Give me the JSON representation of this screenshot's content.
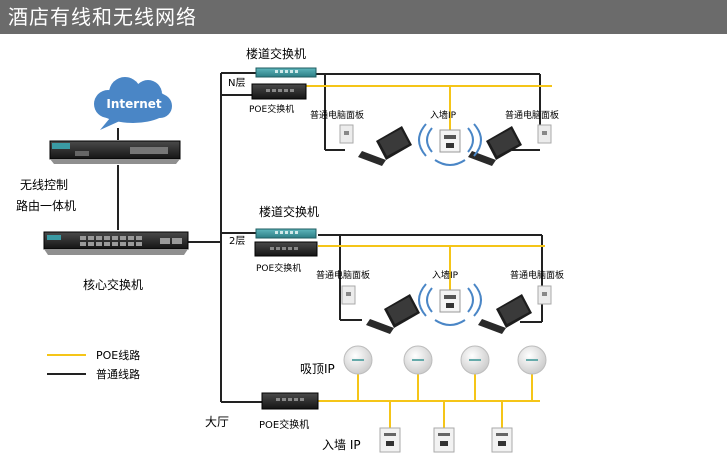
{
  "title": "酒店有线和无线网络",
  "internet": "Internet",
  "controller_label_1": "无线控制",
  "controller_label_2": "路由一体机",
  "core_switch_label": "核心交换机",
  "floor_top": {
    "switch_label": "楼道交换机",
    "floor_label": "N层",
    "poe_label": "POE交换机",
    "panel_left": "普通电脑面板",
    "ap_label": "入墙IP",
    "panel_right": "普通电脑面板"
  },
  "floor_mid": {
    "switch_label": "楼道交换机",
    "floor_label": "2层",
    "poe_label": "POE交换机",
    "panel_left": "普通电脑面板",
    "ap_label": "入墙IP",
    "panel_right": "普通电脑面板"
  },
  "lobby": {
    "area_label": "大厅",
    "poe_label": "POE交换机",
    "ceiling_ap_label": "吸顶IP",
    "wall_ap_label": "入墙 IP"
  },
  "legend": {
    "poe": "POE线路",
    "normal": "普通线路"
  },
  "colors": {
    "poe_line": "#f5c518",
    "normal_line": "#222222",
    "title_bar": "#6b6b6b",
    "cloud": "#4a86c6"
  }
}
